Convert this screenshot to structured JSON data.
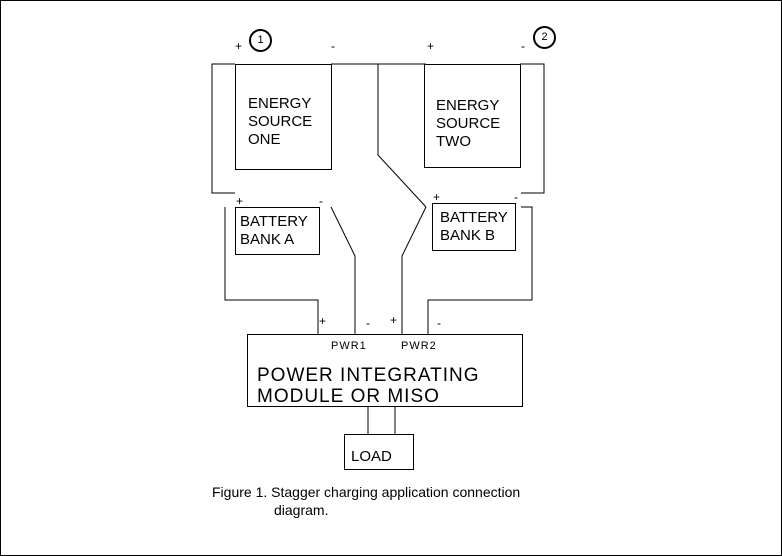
{
  "energy_sources": {
    "one": {
      "label": "ENERGY\nSOURCE\nONE",
      "number": "1"
    },
    "two": {
      "label": "ENERGY\nSOURCE\nTWO",
      "number": "2"
    }
  },
  "batteries": {
    "a": {
      "label": "BATTERY\nBANK A"
    },
    "b": {
      "label": "BATTERY\nBANK B"
    }
  },
  "module": {
    "label": "POWER INTEGRATING\nMODULE OR MISO",
    "pwr1": "PWR1",
    "pwr2": "PWR2"
  },
  "load": {
    "label": "LOAD"
  },
  "terminals": {
    "plus": "+",
    "minus": "-"
  },
  "caption": {
    "line1": "Figure 1. Stagger charging application connection",
    "line2": "diagram."
  }
}
